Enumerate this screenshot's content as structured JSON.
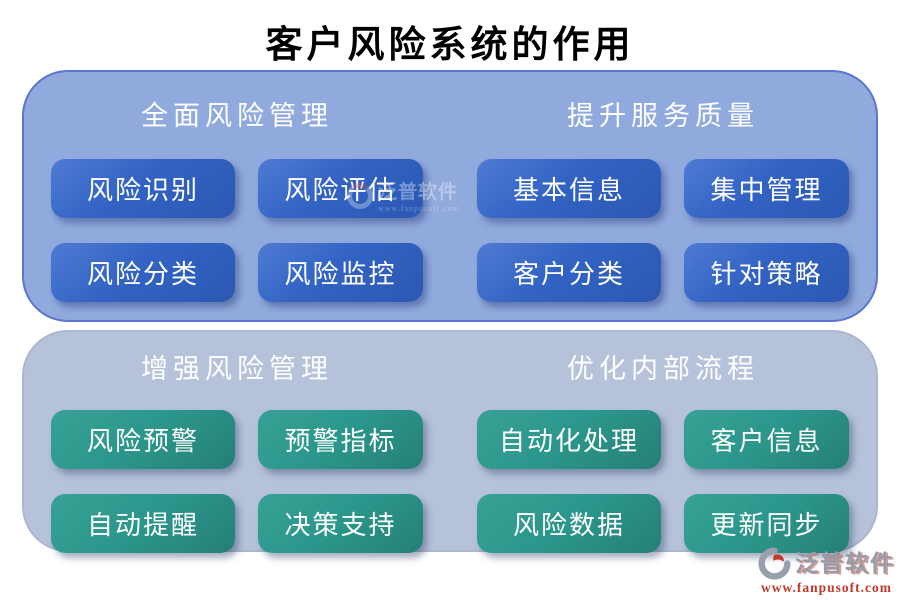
{
  "title": "客户风险系统的作用",
  "panels": [
    {
      "name": "top-panel",
      "groups": [
        {
          "header": "全面风险管理",
          "buttons": [
            "风险识别",
            "风险评估",
            "风险分类",
            "风险监控"
          ]
        },
        {
          "header": "提升服务质量",
          "buttons": [
            "基本信息",
            "集中管理",
            "客户分类",
            "针对策略"
          ]
        }
      ]
    },
    {
      "name": "bottom-panel",
      "groups": [
        {
          "header": "增强风险管理",
          "buttons": [
            "风险预警",
            "预警指标",
            "自动提醒",
            "决策支持"
          ]
        },
        {
          "header": "优化内部流程",
          "buttons": [
            "自动化处理",
            "客户信息",
            "风险数据",
            "更新同步"
          ]
        }
      ]
    }
  ],
  "watermark": {
    "brand": "泛普软件",
    "url": "www.fanpusoft.com"
  },
  "center_watermark": {
    "brand": "泛普软件",
    "url": "www.fanpusoft.com"
  },
  "colors": {
    "top_panel_bg": "#91aadd",
    "top_panel_border": "#5b74cf",
    "top_button": "#3263c4",
    "bottom_panel_bg": "#b5c2da",
    "bottom_button": "#2b968b",
    "header_text": "#ffffff",
    "title_text": "#000000",
    "watermark_gray": "#949daa",
    "watermark_red": "#c0392b"
  }
}
